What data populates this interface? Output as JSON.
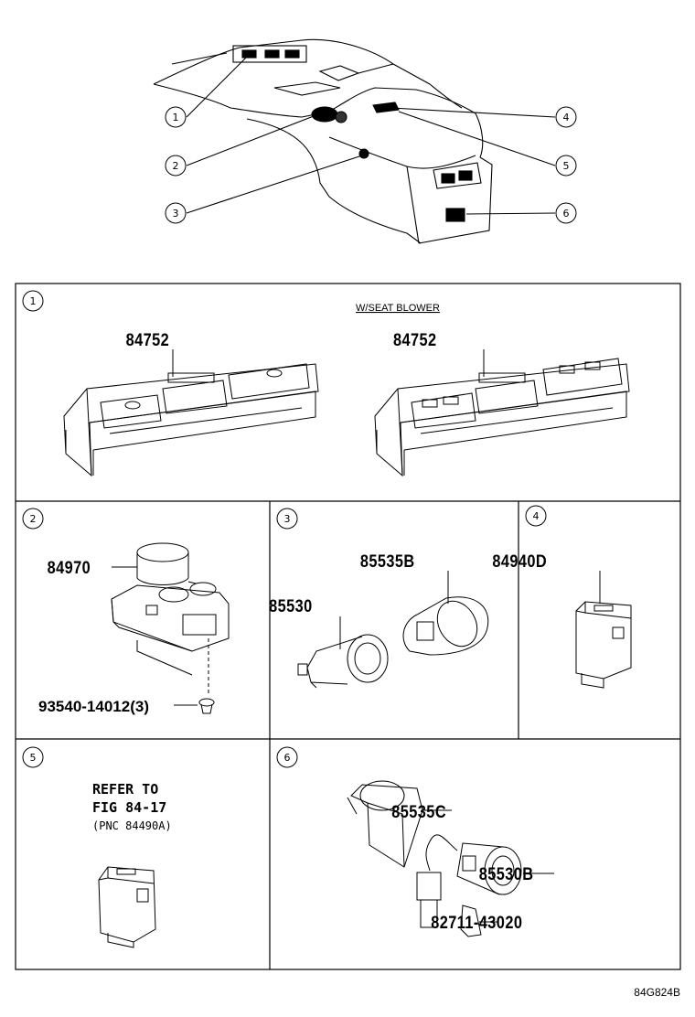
{
  "overview": {
    "callouts": [
      "1",
      "2",
      "3",
      "4",
      "5",
      "6"
    ]
  },
  "panels": {
    "p1": {
      "num": "1",
      "caption": "W/SEAT BLOWER",
      "part_left": "84752",
      "part_right": "84752"
    },
    "p2": {
      "num": "2",
      "part_main": "84970",
      "part_screw": "93540-14012(3)"
    },
    "p3": {
      "num": "3",
      "part_a": "85530",
      "part_b": "85535B"
    },
    "p4": {
      "num": "4",
      "part": "84940D"
    },
    "p5": {
      "num": "5",
      "note_line1": "REFER TO",
      "note_line2": "FIG 84-17",
      "note_line3": "(PNC 84490A)"
    },
    "p6": {
      "num": "6",
      "part_a": "85535C",
      "part_b": "85530B",
      "part_c": "82711-43020"
    }
  },
  "footer_code": "84G824B"
}
